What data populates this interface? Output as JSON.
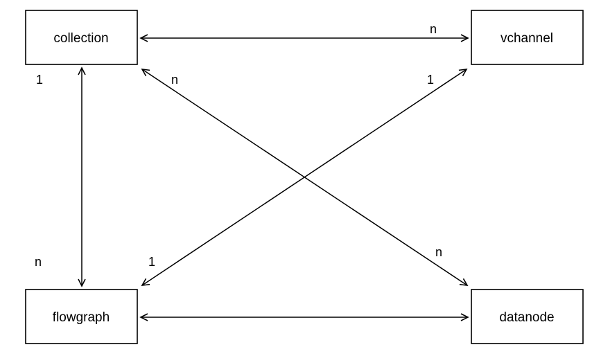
{
  "diagram": {
    "type": "entity-relationship",
    "background_color": "#ffffff",
    "stroke_color": "#000000",
    "node_fill_color": "#ffffff",
    "nodes": [
      {
        "id": "collection",
        "label": "collection"
      },
      {
        "id": "vchannel",
        "label": "vchannel"
      },
      {
        "id": "flowgraph",
        "label": "flowgraph"
      },
      {
        "id": "datanode",
        "label": "datanode"
      }
    ],
    "edges": [
      {
        "from": "collection",
        "to": "vchannel",
        "style": "bidirectional-arrow",
        "source_label": "",
        "target_label": "n"
      },
      {
        "from": "collection",
        "to": "flowgraph",
        "style": "bidirectional-arrow",
        "source_label": "1",
        "target_label": "n"
      },
      {
        "from": "collection",
        "to": "datanode",
        "style": "bidirectional-arrow",
        "source_label": "n",
        "target_label": "n"
      },
      {
        "from": "vchannel",
        "to": "flowgraph",
        "style": "bidirectional-arrow",
        "source_label": "1",
        "target_label": "1"
      },
      {
        "from": "flowgraph",
        "to": "datanode",
        "style": "bidirectional-arrow",
        "source_label": "",
        "target_label": ""
      }
    ]
  }
}
